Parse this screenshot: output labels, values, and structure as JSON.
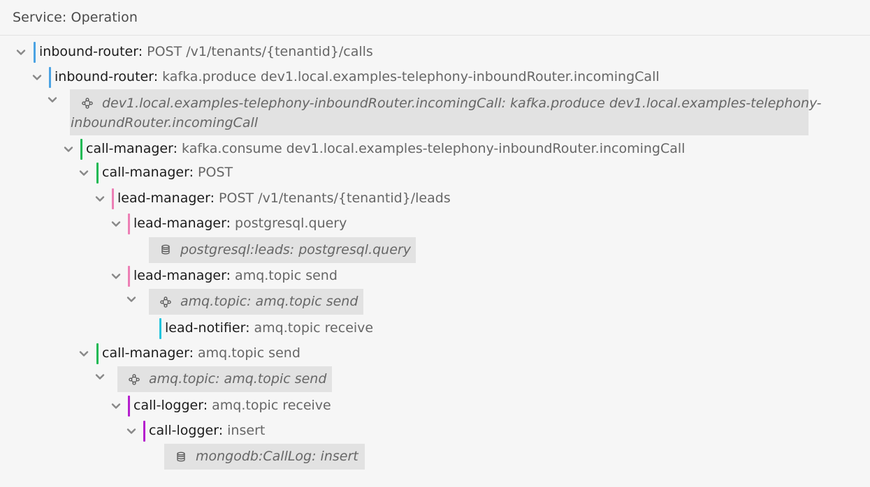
{
  "header": {
    "title": "Service: Operation"
  },
  "colors": {
    "inbound-router": "#4ba3e3",
    "call-manager": "#1db954",
    "lead-manager": "#ec7fb5",
    "lead-notifier": "#23c4dd",
    "call-logger": "#b51fce"
  },
  "rows": [
    {
      "kind": "span",
      "service": "inbound-router",
      "operation": "POST /v1/tenants/{tenantid}/calls"
    },
    {
      "kind": "span",
      "service": "inbound-router",
      "operation": "kafka.produce dev1.local.examples-telephony-inboundRouter.incomingCall"
    },
    {
      "kind": "peer",
      "icon": "queue-icon",
      "line1": "dev1.local.examples-telephony-inboundRouter.incomingCall: kafka.produce dev1.local.examples-telephony-",
      "line2": "inboundRouter.incomingCall"
    },
    {
      "kind": "span",
      "service": "call-manager",
      "operation": "kafka.consume dev1.local.examples-telephony-inboundRouter.incomingCall"
    },
    {
      "kind": "span",
      "service": "call-manager",
      "operation": "POST"
    },
    {
      "kind": "span",
      "service": "lead-manager",
      "operation": "POST /v1/tenants/{tenantid}/leads"
    },
    {
      "kind": "span",
      "service": "lead-manager",
      "operation": "postgresql.query"
    },
    {
      "kind": "peer",
      "icon": "database-icon",
      "line1": "postgresql:leads: postgresql.query"
    },
    {
      "kind": "span",
      "service": "lead-manager",
      "operation": "amq.topic send"
    },
    {
      "kind": "peer",
      "icon": "queue-icon",
      "line1": "amq.topic: amq.topic send"
    },
    {
      "kind": "span",
      "service": "lead-notifier",
      "operation": "amq.topic receive"
    },
    {
      "kind": "span",
      "service": "call-manager",
      "operation": "amq.topic send"
    },
    {
      "kind": "peer",
      "icon": "queue-icon",
      "line1": "amq.topic: amq.topic send"
    },
    {
      "kind": "span",
      "service": "call-logger",
      "operation": "amq.topic receive"
    },
    {
      "kind": "span",
      "service": "call-logger",
      "operation": "insert"
    },
    {
      "kind": "peer",
      "icon": "database-icon",
      "line1": "mongodb:CallLog: insert"
    }
  ]
}
